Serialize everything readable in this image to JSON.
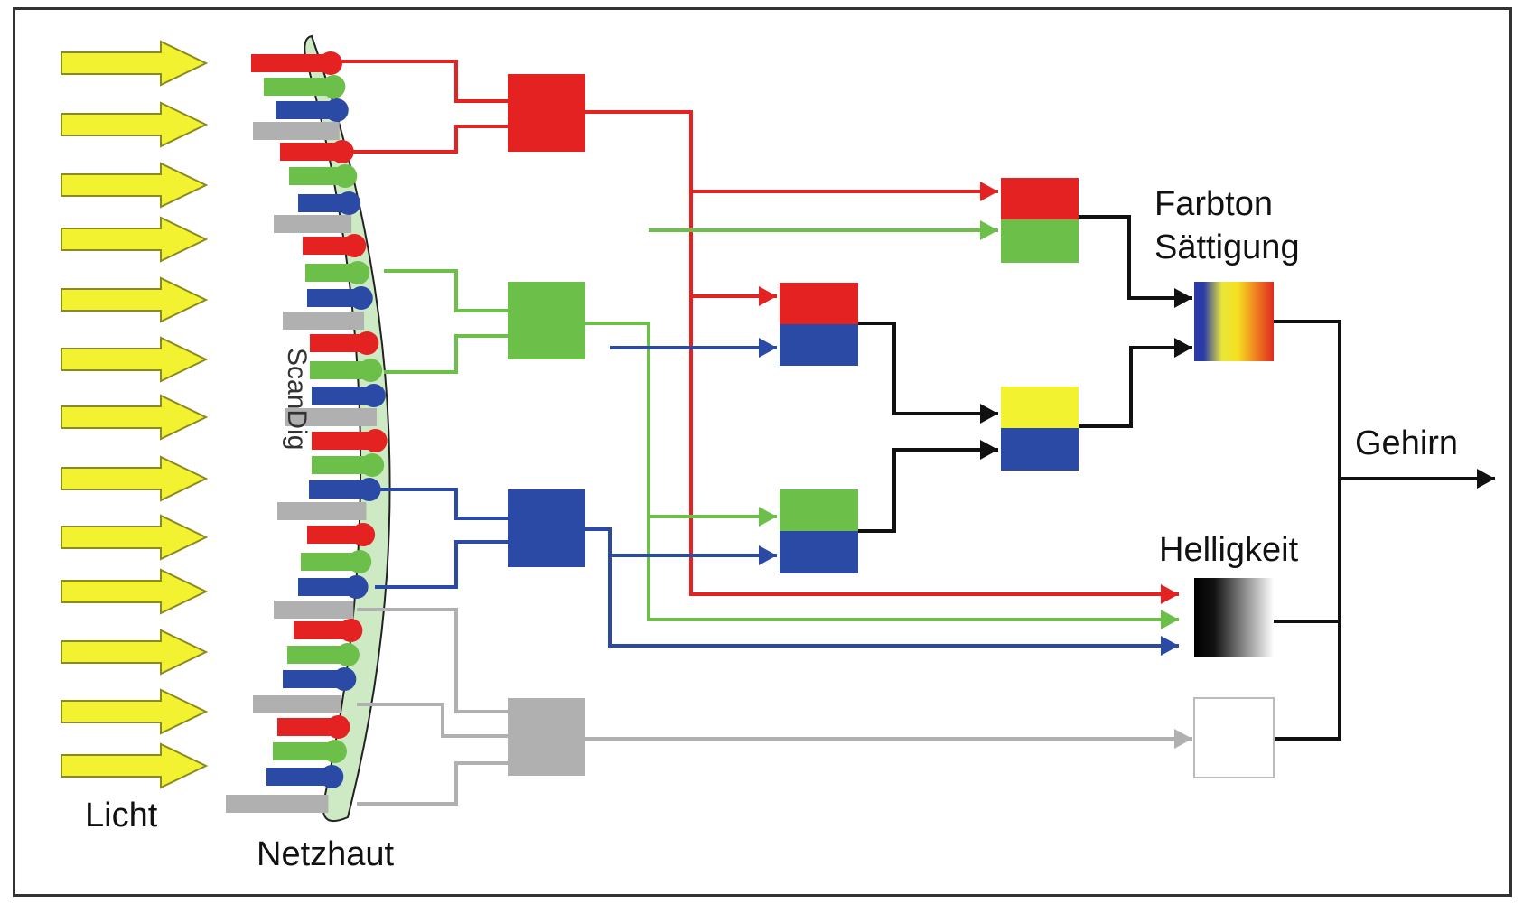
{
  "labels": {
    "light": "Licht",
    "retina": "Netzhaut",
    "hue": "Farbton",
    "saturation": "Sättigung",
    "brightness": "Helligkeit",
    "brain": "Gehirn",
    "watermark": "ScanDig"
  },
  "colors": {
    "red": "#e52222",
    "green": "#6cc04a",
    "blue": "#2b4aa6",
    "gray": "#b0b0b0",
    "yellow": "#f2f230",
    "black": "#111111"
  }
}
